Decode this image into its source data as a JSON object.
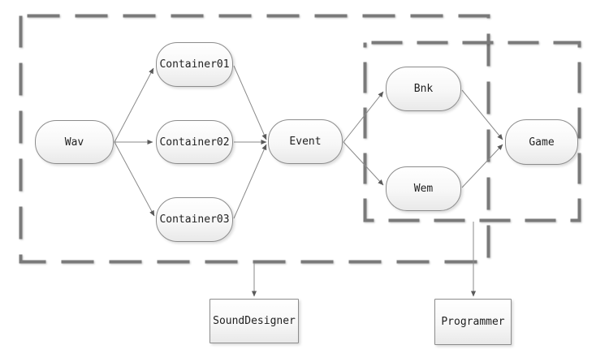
{
  "diagram": {
    "nodes": {
      "wav": "Wav",
      "container01": "Container01",
      "container02": "Container02",
      "container03": "Container03",
      "event": "Event",
      "bnk": "Bnk",
      "wem": "Wem",
      "game": "Game"
    },
    "roles": {
      "sound_designer": "SoundDesigner",
      "programmer": "Programmer"
    },
    "edges": [
      {
        "from": "Wav",
        "to": "Container01"
      },
      {
        "from": "Wav",
        "to": "Container02"
      },
      {
        "from": "Wav",
        "to": "Container03"
      },
      {
        "from": "Container01",
        "to": "Event"
      },
      {
        "from": "Container02",
        "to": "Event"
      },
      {
        "from": "Container03",
        "to": "Event"
      },
      {
        "from": "Event",
        "to": "Bnk"
      },
      {
        "from": "Event",
        "to": "Wem"
      },
      {
        "from": "Bnk",
        "to": "Game"
      },
      {
        "from": "Wem",
        "to": "Game"
      },
      {
        "from": "outer-scope",
        "to": "SoundDesigner"
      },
      {
        "from": "inner-scope",
        "to": "Programmer"
      }
    ],
    "colors": {
      "dashed_outline": "#7a7a7a",
      "node_border": "#8c8c8c",
      "node_fill_top": "#ffffff",
      "node_fill_bottom": "#e9e9e9",
      "connector": "#8a8a8a",
      "arrowhead": "#5a5a5a",
      "text": "#1f1f1f",
      "background": "#ffffff"
    }
  }
}
